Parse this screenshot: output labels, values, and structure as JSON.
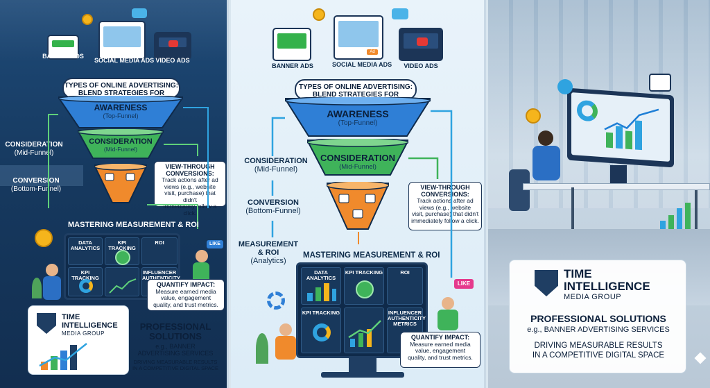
{
  "ads": {
    "banner": "BANNER ADS",
    "social": "SOCIAL MEDIA ADS",
    "video": "VIDEO ADS",
    "social_tag": "Ad"
  },
  "banner_text": {
    "line1": "TYPES OF ONLINE ADVERTISING:",
    "line2": "BLEND STRATEGIES FOR SUCCESS"
  },
  "funnel": {
    "awareness": "AWARENESS",
    "awareness_sub": "(Top-Funnel)",
    "consideration": "CONSIDERATION",
    "consideration_sub": "(Mid-Funnel)"
  },
  "side": {
    "consideration_1": "CONSIDERATION",
    "consideration_2": "(Mid-Funnel)",
    "conversion_1": "CONVERSION",
    "conversion_2": "(Bottom-Funnel)",
    "measurement_1": "MEASUREMENT",
    "measurement_2": "& ROI",
    "measurement_3": "(Analytics)"
  },
  "view_through": {
    "title_1": "VIEW-THROUGH",
    "title_2": "CONVERSIONS:",
    "body_1": "Track actions after ad",
    "body_2": "views (e.g., website",
    "body_3": "visit, purchase) that didn't",
    "body_4": "immediately follow a click."
  },
  "mastering": "MASTERING MEASUREMENT & ROI",
  "tiles": {
    "data_analytics": "DATA ANALYTICS",
    "kpi_tracking": "KPI TRACKING",
    "roi": "ROI",
    "kpi_tracking_2": "KPI TRACKING",
    "influencer_1": "INFLUENCER",
    "influencer_2": "AUTHENTICITY",
    "influencer_3": "METRICS"
  },
  "like": "LIKE",
  "quantify": {
    "title": "QUANTIFY IMPACT:",
    "body_1": "Measure earned media",
    "body_2": "value, engagement",
    "body_3": "quality, and trust metrics."
  },
  "logo": {
    "line1": "TIME",
    "line2": "INTELLIGENCE",
    "line3": "MEDIA GROUP"
  },
  "professional": {
    "title": "PROFESSIONAL SOLUTIONS",
    "title_l1": "PROFESSIONAL",
    "title_l2": "SOLUTIONS",
    "sub": "e.g., BANNER ADVERTISING SERVICES",
    "sub_l1": "e.g., BANNER",
    "sub_l2": "ADVERTISING SERVICES",
    "tag_1": "DRIVING MEASURABLE RESULTS",
    "tag_2": "IN A COMPETITIVE DIGITAL SPACE"
  },
  "colors": {
    "awareness": "#2f7fd6",
    "consideration": "#3fb35a",
    "conversion": "#f08a2c",
    "navy": "#0b1f3a"
  }
}
